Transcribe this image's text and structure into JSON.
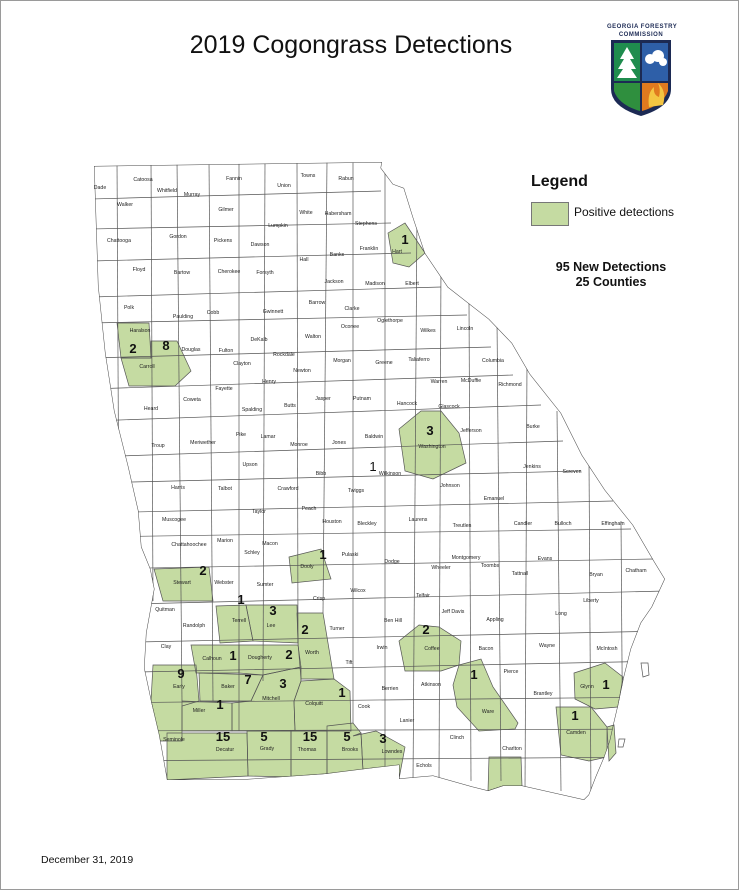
{
  "title": "2019 Cogongrass Detections",
  "logo": {
    "text": "GEORGIA FORESTRY COMMISSION",
    "icon": "georgia-forestry-commission-shield-icon"
  },
  "legend": {
    "title": "Legend",
    "item_label": "Positive detections",
    "color": "#c5dba2"
  },
  "summary": {
    "line1": "95 New Detections",
    "line2": "25 Counties"
  },
  "date": "December 31, 2019",
  "colors": {
    "positive": "#c5dba2",
    "county_fill": "#ffffff",
    "border": "#555555"
  },
  "counties": [
    "Dade",
    "Catoosa",
    "Whitfield",
    "Murray",
    "Fannin",
    "Union",
    "Towns",
    "Rabun",
    "Walker",
    "Gilmer",
    "Habersham",
    "White",
    "Lumpkin",
    "Stephens",
    "Chattooga",
    "Gordon",
    "Pickens",
    "Dawson",
    "Hall",
    "Banks",
    "Franklin",
    "Hart",
    "Floyd",
    "Bartow",
    "Cherokee",
    "Forsyth",
    "Jackson",
    "Madison",
    "Elbert",
    "Polk",
    "Paulding",
    "Cobb",
    "Gwinnett",
    "Barrow",
    "Clarke",
    "Oglethorpe",
    "Wilkes",
    "Lincoln",
    "Haralson",
    "Douglas",
    "Fulton",
    "DeKalb",
    "Rockdale",
    "Walton",
    "Oconee",
    "Carroll",
    "Clayton",
    "Newton",
    "Morgan",
    "Greene",
    "Taliaferro",
    "Columbia",
    "Fayette",
    "Henry",
    "McDuffie",
    "Warren",
    "Richmond",
    "Heard",
    "Coweta",
    "Spalding",
    "Butts",
    "Jasper",
    "Putnam",
    "Hancock",
    "Glascock",
    "Jefferson",
    "Burke",
    "Troup",
    "Meriwether",
    "Pike",
    "Lamar",
    "Monroe",
    "Jones",
    "Baldwin",
    "Washington",
    "Upson",
    "Bibb",
    "Wilkinson",
    "Jenkins",
    "Screven",
    "Harris",
    "Talbot",
    "Crawford",
    "Twiggs",
    "Johnson",
    "Emanuel",
    "Taylor",
    "Peach",
    "Houston",
    "Bleckley",
    "Laurens",
    "Treutlen",
    "Candler",
    "Bulloch",
    "Effingham",
    "Muscogee",
    "Chattahoochee",
    "Marion",
    "Macon",
    "Dooly",
    "Pulaski",
    "Dodge",
    "Montgomery",
    "Toombs",
    "Evans",
    "Schley",
    "Wheeler",
    "Tattnall",
    "Bryan",
    "Chatham",
    "Stewart",
    "Webster",
    "Sumter",
    "Crisp",
    "Wilcox",
    "Telfair",
    "Jeff Davis",
    "Liberty",
    "Quitman",
    "Randolph",
    "Terrell",
    "Lee",
    "Turner",
    "Ben Hill",
    "Appling",
    "Long",
    "Clay",
    "Calhoun",
    "Dougherty",
    "Worth",
    "Tift",
    "Irwin",
    "Coffee",
    "Bacon",
    "Wayne",
    "McIntosh",
    "Pierce",
    "Early",
    "Baker",
    "Mitchell",
    "Colquitt",
    "Berrien",
    "Atkinson",
    "Ware",
    "Brantley",
    "Glynn",
    "Miller",
    "Cook",
    "Lanier",
    "Camden",
    "Seminole",
    "Decatur",
    "Grady",
    "Thomas",
    "Brooks",
    "Lowndes",
    "Echols",
    "Clinch",
    "Charlton"
  ],
  "detections": [
    {
      "county": "Hart",
      "count": "1"
    },
    {
      "county": "Haralson",
      "count": "2"
    },
    {
      "county": "Carroll",
      "count": "8"
    },
    {
      "county": "Washington",
      "count": "3"
    },
    {
      "county": "Wilkinson",
      "count": "1"
    },
    {
      "county": "Stewart",
      "count": "2"
    },
    {
      "county": "Dooly",
      "count": "1"
    },
    {
      "county": "Terrell",
      "count": "1"
    },
    {
      "county": "Lee",
      "count": "3"
    },
    {
      "county": "Worth",
      "count": "2"
    },
    {
      "county": "Coffee",
      "count": "2"
    },
    {
      "county": "Calhoun",
      "count": "1"
    },
    {
      "county": "Dougherty",
      "count": "2"
    },
    {
      "county": "Early",
      "count": "9"
    },
    {
      "county": "Baker",
      "count": "7"
    },
    {
      "county": "Mitchell",
      "count": "3"
    },
    {
      "county": "Colquitt",
      "count": "1"
    },
    {
      "county": "Ware",
      "count": "1"
    },
    {
      "county": "Glynn",
      "count": "1"
    },
    {
      "county": "Miller",
      "count": "1"
    },
    {
      "county": "Camden",
      "count": "1"
    },
    {
      "county": "Decatur",
      "count": "15"
    },
    {
      "county": "Grady",
      "count": "5"
    },
    {
      "county": "Thomas",
      "count": "15"
    },
    {
      "county": "Brooks",
      "count": "5"
    },
    {
      "county": "Lowndes",
      "count": "3"
    }
  ]
}
